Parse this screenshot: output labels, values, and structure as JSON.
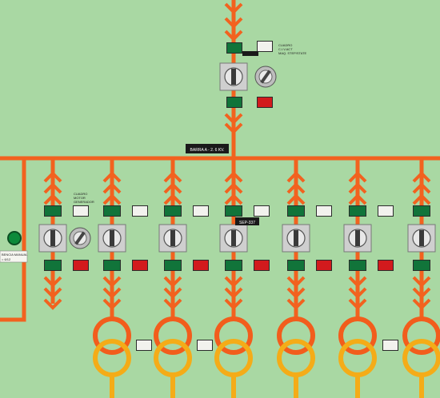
{
  "labels": {
    "busbar": "BARRA A - 2. 6 KV.",
    "top_panel": [
      "CUADRO",
      "C.I.V.ACT",
      "MAQ. STEP/STATE"
    ],
    "left_panel": [
      "CUADRO",
      "MOTOR",
      "GENERADOR"
    ],
    "feeder_tag": "SEP-337",
    "left_box": [
      "BENCIA MANUAL",
      "= 6/12"
    ]
  },
  "colors": {
    "panel_bg": "#a9d8a3",
    "line": "#f2621f",
    "transformer_upper": "#f25d1c",
    "transformer_lower": "#f4ac18",
    "lamp_green": "#11743a",
    "lamp_red": "#d21a1d",
    "lamp_white": "#f2f2ee",
    "switch_plate": "#cfcfcf"
  }
}
